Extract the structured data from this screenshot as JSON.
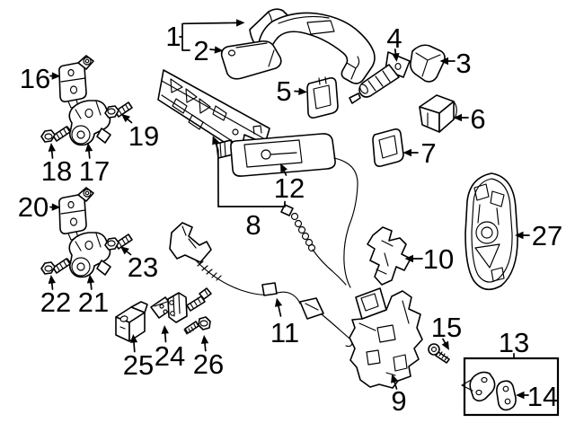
{
  "labels": {
    "l1": "1",
    "l2": "2",
    "l3": "3",
    "l4": "4",
    "l5": "5",
    "l6": "6",
    "l7": "7",
    "l8": "8",
    "l9": "9",
    "l10": "10",
    "l11": "11",
    "l12": "12",
    "l13": "13",
    "l14": "14",
    "l15": "15",
    "l16": "16",
    "l17": "17",
    "l18": "18",
    "l19": "19",
    "l20": "20",
    "l21": "21",
    "l22": "22",
    "l23": "23",
    "l24": "24",
    "l25": "25",
    "l26": "26",
    "l27": "27"
  },
  "colors": {
    "line": "#000000",
    "background": "#ffffff"
  }
}
